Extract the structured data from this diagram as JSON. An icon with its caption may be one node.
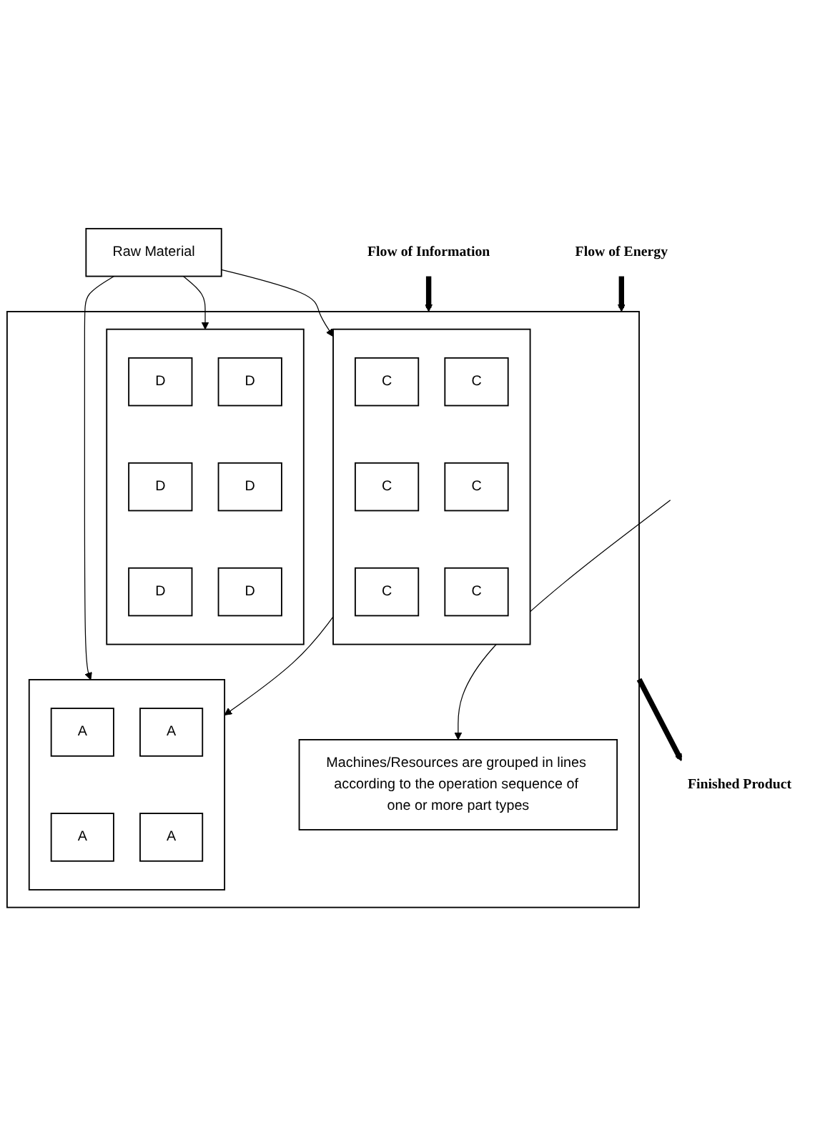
{
  "diagram": {
    "nodes": [
      {
        "text": [
          "Flow of Information"
        ]
      },
      {
        "text": [
          "Flow of Energy"
        ]
      },
      {
        "text": [
          "Raw Material"
        ]
      },
      {
        "text": [],
        "shape": "box"
      },
      {
        "text": [],
        "shape": "box",
        "in": 3
      },
      {
        "text": [
          "A"
        ],
        "in": 4
      },
      {
        "text": [
          "A"
        ],
        "in": 4
      },
      {
        "text": [
          "A"
        ],
        "in": 4
      },
      {
        "text": [
          "A"
        ],
        "in": 4
      },
      {
        "text": [],
        "shape": "box",
        "in": 3
      },
      {
        "text": [
          "D"
        ],
        "in": 9
      },
      {
        "text": [
          "D"
        ],
        "in": 9
      },
      {
        "text": [
          "D"
        ],
        "in": 9
      },
      {
        "text": [
          "D"
        ],
        "in": 9
      },
      {
        "text": [
          "D"
        ],
        "in": 9
      },
      {
        "text": [
          "D"
        ],
        "in": 9
      },
      {
        "text": [],
        "shape": "box",
        "in": 3
      },
      {
        "text": [
          "C"
        ],
        "in": 16
      },
      {
        "text": [
          "C"
        ],
        "in": 16
      },
      {
        "text": [
          "C"
        ],
        "in": 16
      },
      {
        "text": [
          "C"
        ],
        "in": 16
      },
      {
        "text": [
          "C"
        ],
        "in": 16
      },
      {
        "text": [
          "C"
        ],
        "in": 16
      },
      {
        "text": [
          "Machines/Resources are grouped in lines according to the operation sequence of one or more part types"
        ],
        "in": 3
      },
      {
        "text": [
          "Finished Product"
        ]
      }
    ],
    "edges": [
      {
        "from": 0,
        "to": 3,
        "arrow": "to",
        "style": "thick"
      },
      {
        "from": 1,
        "to": 3,
        "arrow": "to",
        "style": "thick"
      },
      {
        "from": 2,
        "to": 4,
        "arrow": "to"
      },
      {
        "from": 2,
        "to": 9,
        "arrow": "to"
      },
      {
        "from": 2,
        "to": 16,
        "arrow": "to"
      },
      {
        "from": 16,
        "to": 4,
        "arrow": "to"
      },
      {
        "from": null,
        "to": 23,
        "arrow": "to"
      },
      {
        "from": 3,
        "to": 24,
        "arrow": "to",
        "style": "thick"
      }
    ]
  }
}
